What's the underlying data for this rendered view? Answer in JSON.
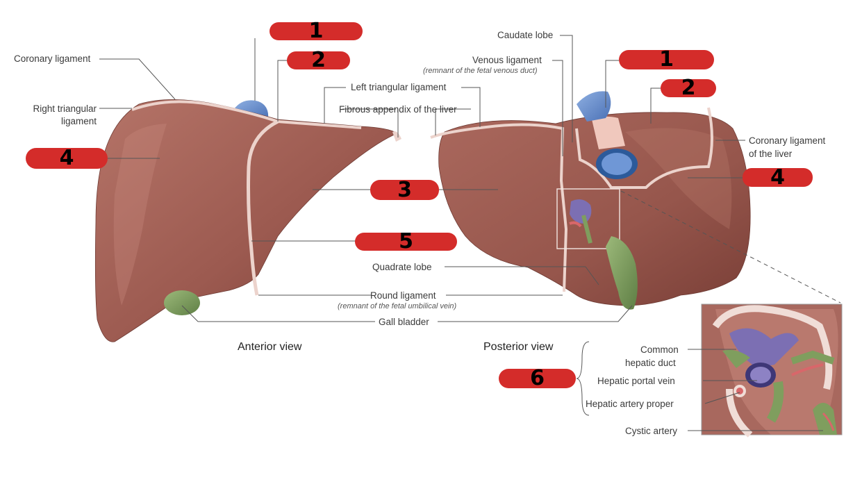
{
  "labels": {
    "caudate_lobe": "Caudate lobe",
    "venous_ligament": "Venous ligament",
    "venous_ligament_note": "(remnant of the fetal venous duct)",
    "coronary_ligament": "Coronary ligament",
    "left_triangular_ligament": "Left triangular ligament",
    "right_triangular_ligament_1": "Right triangular",
    "right_triangular_ligament_2": "ligament",
    "fibrous_appendix": "Fibrous appendix of the liver",
    "coronary_ligament_of_liver_1": "Coronary ligament",
    "coronary_ligament_of_liver_2": "of the liver",
    "quadrate_lobe": "Quadrate lobe",
    "round_ligament": "Round ligament",
    "round_ligament_note": "(remnant of the fetal umbilical vein)",
    "gall_bladder": "Gall bladder",
    "anterior_view": "Anterior view",
    "posterior_view": "Posterior view",
    "common_hepatic_duct_1": "Common",
    "common_hepatic_duct_2": "hepatic duct",
    "hepatic_portal_vein": "Hepatic portal vein",
    "hepatic_artery_proper": "Hepatic artery proper",
    "cystic_artery": "Cystic artery"
  },
  "markers": {
    "ant_1": "1",
    "ant_2": "2",
    "ant_4": "4",
    "ant_3": "3",
    "ant_5": "5",
    "post_1": "1",
    "post_2": "2",
    "post_4": "4",
    "post_6": "6"
  },
  "colors": {
    "liver": "#9c5a50",
    "liver_dark": "#7d4038",
    "ligament": "#ecd3cc",
    "vein_blue": "#5f86c8",
    "gallbladder": "#7f9e5e",
    "portal_vein": "#7c6fb3",
    "artery": "#d8676a",
    "marker_red": "#d42c2a"
  }
}
